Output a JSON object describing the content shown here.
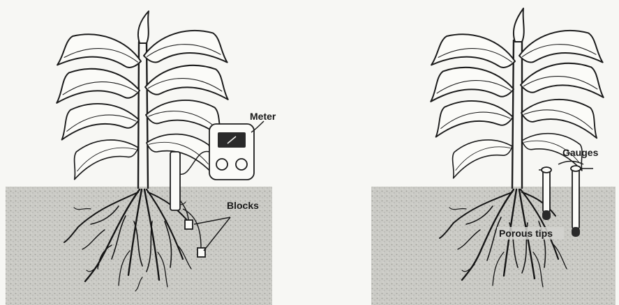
{
  "labels": {
    "meter": "Meter",
    "blocks": "Blocks",
    "gauges": "Gauges",
    "porous_tips": "Porous tips"
  },
  "colors": {
    "ink": "#1c1c1c",
    "paper": "#f7f7f4",
    "soil": "#c9c9c4"
  }
}
